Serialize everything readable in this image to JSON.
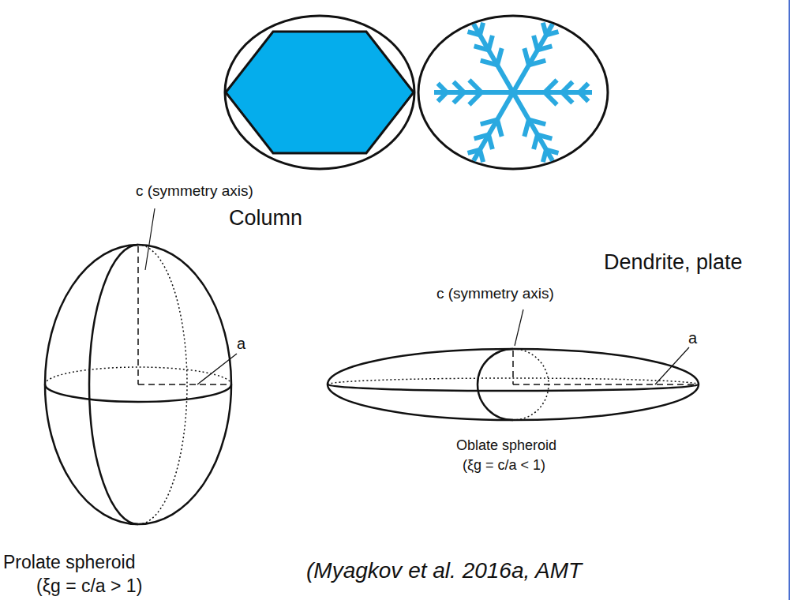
{
  "diagram": {
    "labels": [
      "c (symmetry axis)",
      "a",
      "Column",
      "Dendrite, plate",
      "c (symmetry axis)",
      "a",
      "Oblate spheroid",
      "(ξg = c/a < 1)",
      "Prolate spheroid",
      "(ξg = c/a > 1)",
      "(Myagkov et al. 2016a, AMT"
    ]
  }
}
